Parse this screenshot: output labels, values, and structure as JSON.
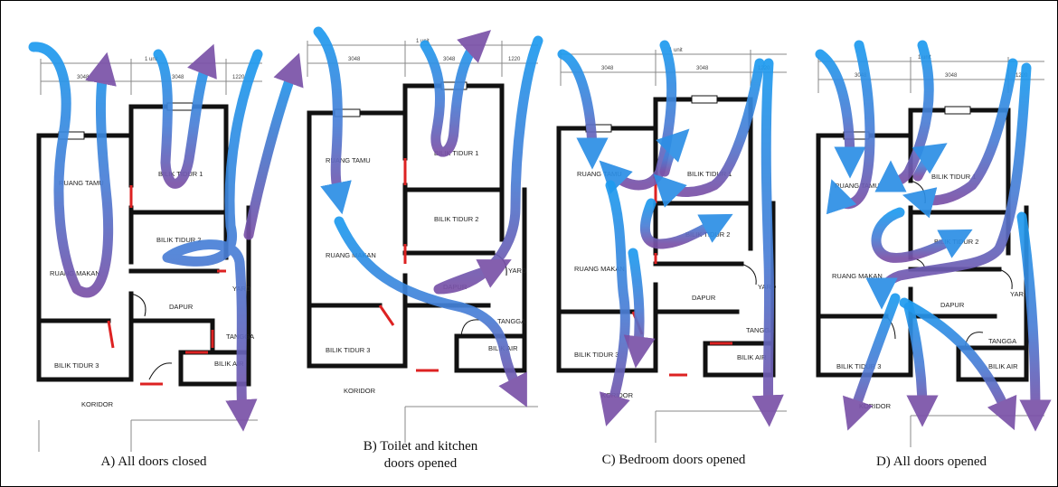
{
  "panels": [
    {
      "id": "A",
      "caption": "A) All doors closed",
      "rooms": {
        "ruang_tamu": "RUANG TAMU",
        "bilik_tidur_1": "BILIK TIDUR 1",
        "bilik_tidur_2": "BILIK TIDUR 2",
        "ruang_makan": "RUANG MAKAN",
        "dapur": "DAPUR",
        "yard": "YARD",
        "tangga": "TANGGA",
        "bilik_tidur_3": "BILIK TIDUR 3",
        "bilik_air": "BILIK AIR",
        "koridor": "KORIDOR"
      },
      "dims": {
        "unit": "1 unit",
        "d1": "3048",
        "d2": "3048",
        "d3": "1220"
      }
    },
    {
      "id": "B",
      "caption_line1": "B) Toilet and kitchen",
      "caption_line2": "doors opened",
      "rooms": {
        "ruang_tamu": "RUANG TAMU",
        "bilik_tidur_1": "BILIK TIDUR 1",
        "bilik_tidur_2": "BILIK TIDUR 2",
        "ruang_makan": "RUANG MAKAN",
        "dapur": "DAPUR",
        "yard": "YARD",
        "tangga": "TANGGA",
        "bilik_tidur_3": "BILIK TIDUR 3",
        "bilik_air": "BILIK AIR",
        "koridor": "KORIDOR"
      },
      "dims": {
        "unit": "1 unit",
        "d1": "3048",
        "d2": "3048",
        "d3": "1220"
      }
    },
    {
      "id": "C",
      "caption": "C) Bedroom doors opened",
      "rooms": {
        "ruang_tamu": "RUANG TAMU",
        "bilik_tidur_1": "BILIK TIDUR 1",
        "bilik_tidur_2": "BILIK TIDUR 2",
        "ruang_makan": "RUANG MAKAN",
        "dapur": "DAPUR",
        "yard": "YARD",
        "tangga": "TANGGA",
        "bilik_tidur_3": "BILIK TIDUR 3",
        "bilik_air": "BILIK AIR",
        "koridor": "KORIDOR"
      },
      "dims": {
        "unit": "1 unit",
        "d1": "3048",
        "d2": "3048",
        "d3": "1220"
      }
    },
    {
      "id": "D",
      "caption": "D) All doors opened",
      "rooms": {
        "ruang_tamu": "RUANG TAMU",
        "bilik_tidur_1": "BILIK TIDUR 1",
        "bilik_tidur_2": "BILIK TIDUR 2",
        "ruang_makan": "RUANG MAKAN",
        "dapur": "DAPUR",
        "yard": "YARD",
        "tangga": "TANGGA",
        "bilik_tidur_3": "BILIK TIDUR 3",
        "bilik_air": "BILIK AIR",
        "koridor": "KORIDOR"
      },
      "dims": {
        "unit": "1 unit",
        "d1": "3048",
        "d2": "3048",
        "d3": "1220"
      }
    }
  ],
  "colors": {
    "arrow_start": "#1e9bef",
    "arrow_end": "#7a52a8",
    "wall": "#111111",
    "door_open": "#dd2222"
  }
}
